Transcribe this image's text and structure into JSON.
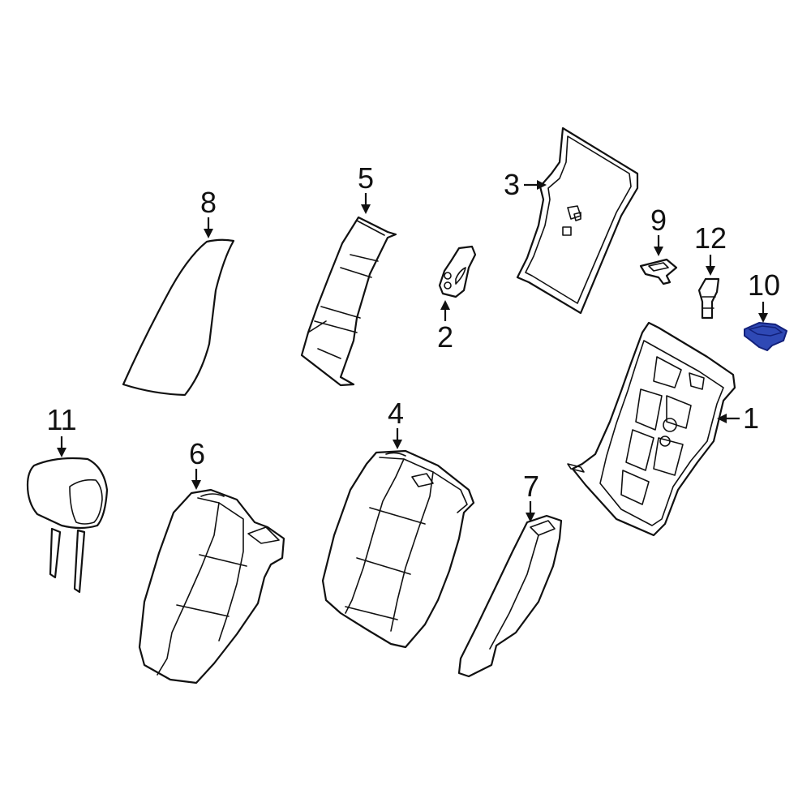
{
  "callouts": [
    {
      "id": "1",
      "label": "1"
    },
    {
      "id": "2",
      "label": "2"
    },
    {
      "id": "3",
      "label": "3"
    },
    {
      "id": "4",
      "label": "4"
    },
    {
      "id": "5",
      "label": "5"
    },
    {
      "id": "6",
      "label": "6"
    },
    {
      "id": "7",
      "label": "7"
    },
    {
      "id": "8",
      "label": "8"
    },
    {
      "id": "9",
      "label": "9"
    },
    {
      "id": "10",
      "label": "10"
    },
    {
      "id": "11",
      "label": "11"
    },
    {
      "id": "12",
      "label": "12"
    }
  ],
  "colors": {
    "line": "#111111",
    "background": "#ffffff",
    "highlight_fill": "#2f49b5",
    "highlight_stroke": "#12207a"
  },
  "highlighted_part": "10"
}
